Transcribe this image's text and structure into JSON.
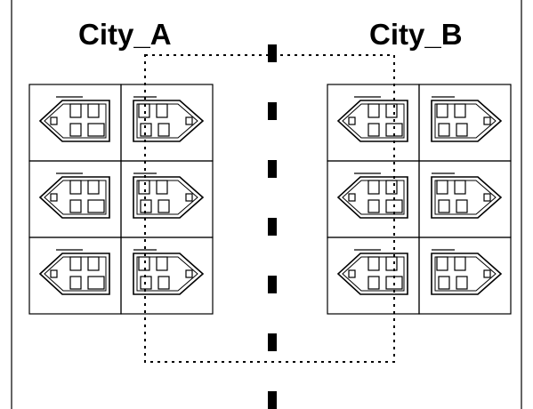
{
  "cities": [
    {
      "name": "City_A",
      "rows": 3,
      "cols": 2
    },
    {
      "name": "City_B",
      "rows": 3,
      "cols": 2
    }
  ],
  "road": {
    "marking": "dashed-center-line"
  },
  "region": {
    "style": "dotted-rectangle"
  },
  "icons": [
    "house-icon"
  ],
  "colors": {
    "ink": "#000000",
    "background": "#ffffff"
  }
}
